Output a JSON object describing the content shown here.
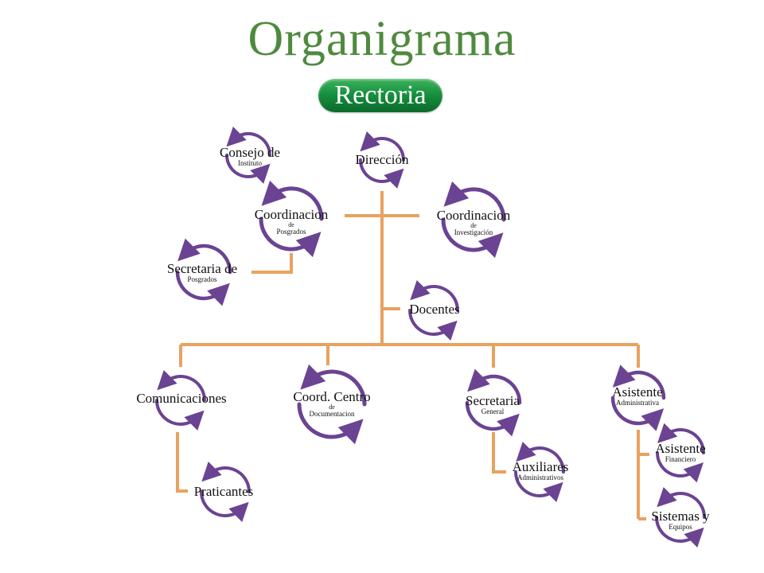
{
  "title": "Organigrama",
  "top": "Rectoria",
  "colors": {
    "connector": "#e8a25f",
    "ring": "#6b4393",
    "title": "#4f8a3f",
    "badge": "#17913f"
  },
  "nodes": {
    "consejo": {
      "title": "Consejo de",
      "sub": "Instituto"
    },
    "direccion": {
      "title": "Dirección"
    },
    "coord_posgrados": {
      "title": "Coordinacion",
      "small": "de",
      "sub": "Posgrados"
    },
    "coord_investigacion": {
      "title": "Coordinacion",
      "small": "de",
      "sub": "Investigación"
    },
    "secretaria_posgrados": {
      "title": "Secretaria de",
      "sub": "Posgrados"
    },
    "docentes": {
      "title": "Docentes"
    },
    "comunicaciones": {
      "title": "Comunicaciones"
    },
    "coord_centro": {
      "title": "Coord. Centro",
      "small": "de",
      "sub": "Documentacion"
    },
    "secretaria_general": {
      "title": "Secretaria",
      "sub": "General"
    },
    "asistente_admin": {
      "title": "Asistente",
      "sub": "Administrativa"
    },
    "praticantes": {
      "title": "Praticantes"
    },
    "auxiliares": {
      "title": "Auxiliares",
      "sub": "Administrativos"
    },
    "asistente_fin": {
      "title": "Asistente",
      "sub": "Financiero"
    },
    "sistemas": {
      "title": "Sistemas y",
      "sub": "Equipos"
    }
  }
}
